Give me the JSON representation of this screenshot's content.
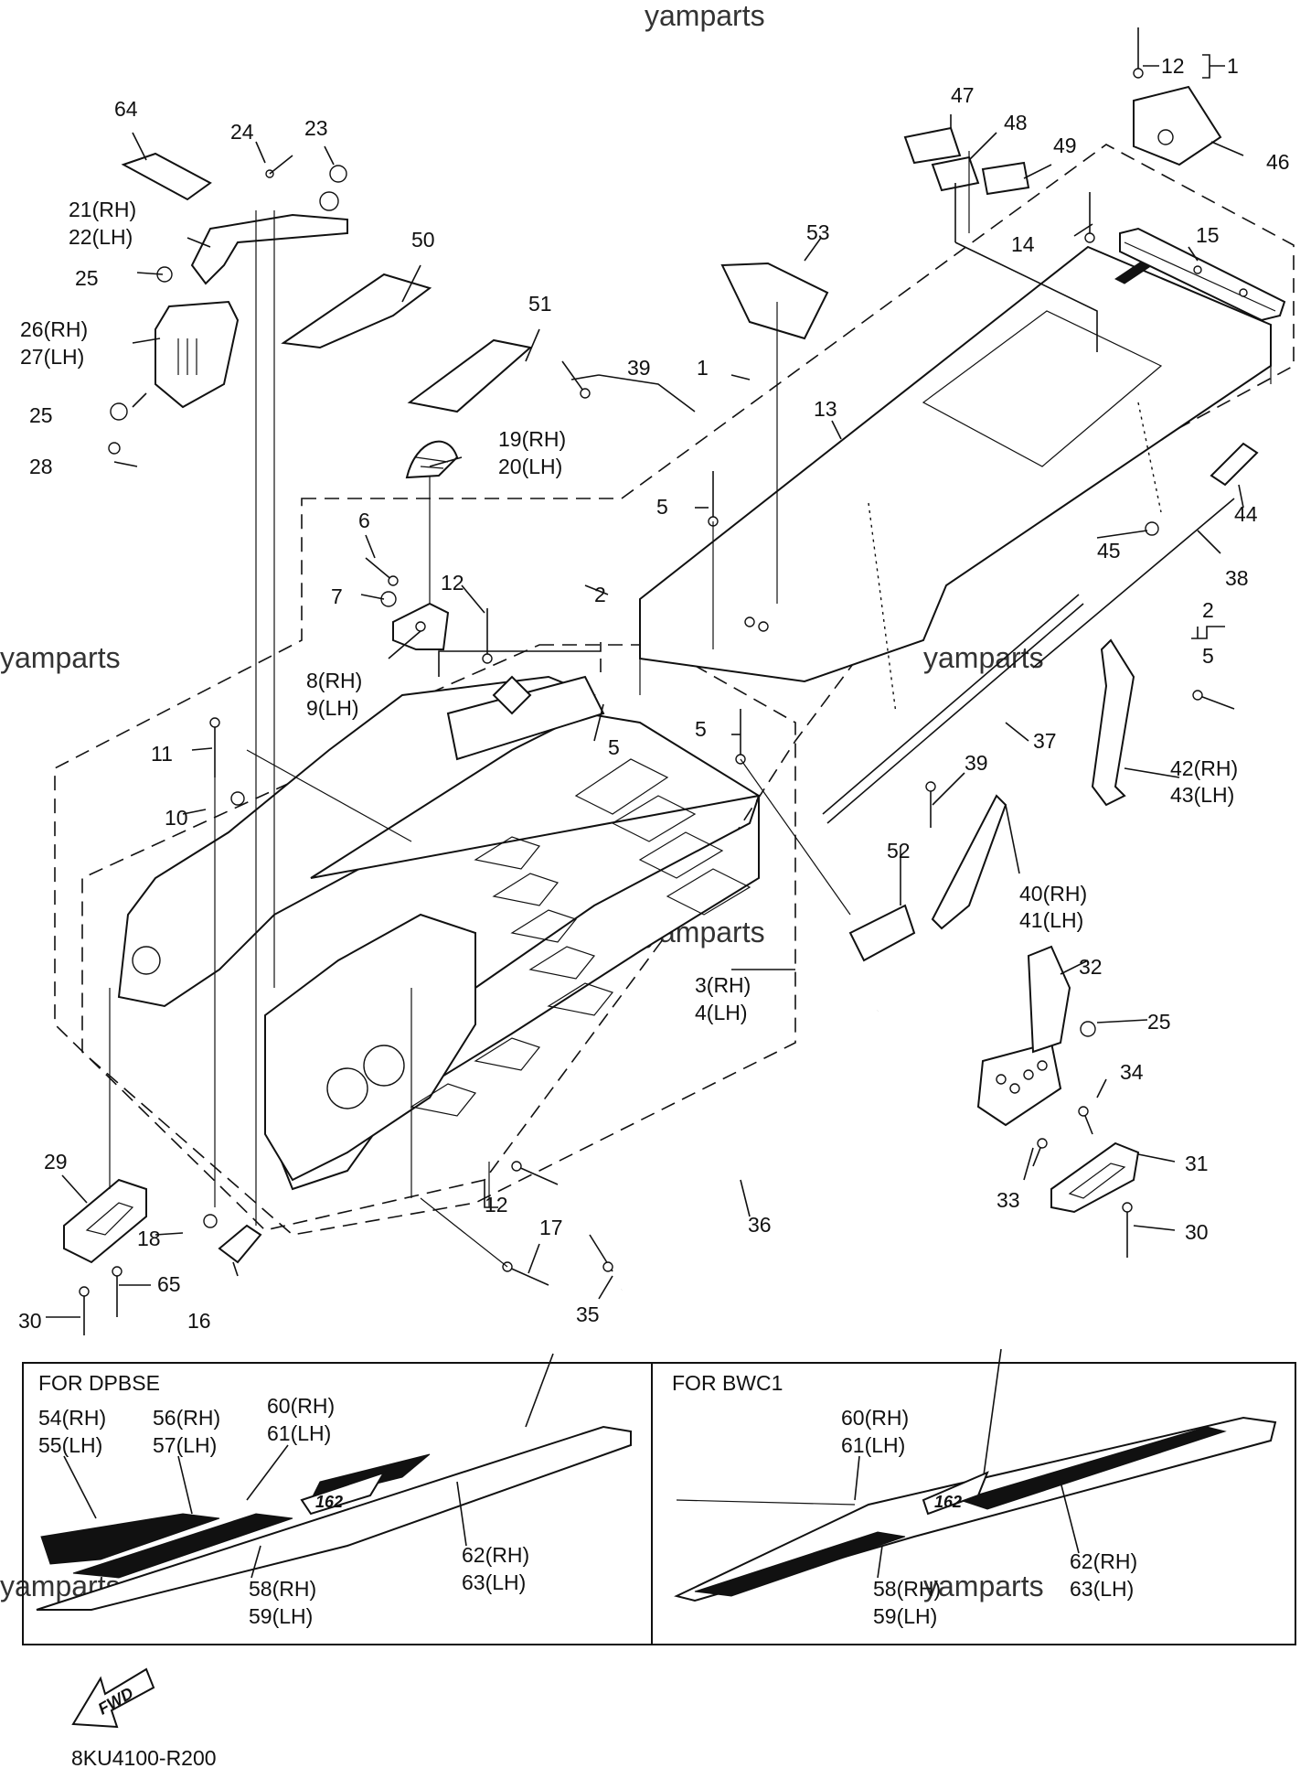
{
  "watermark": "yamparts",
  "diagram_code": "8KU4100-R200",
  "fwd_label": "FWD",
  "labels": {
    "l1a": "1",
    "l1b": "1",
    "l2a": "2",
    "l2b": "2",
    "l3": "3(RH)",
    "l4": "4(LH)",
    "l5a": "5",
    "l5b": "5",
    "l5c": "5",
    "l5d": "5",
    "l6": "6",
    "l7": "7",
    "l8": "8(RH)",
    "l9": "9(LH)",
    "l10": "10",
    "l11": "11",
    "l12a": "12",
    "l12b": "12",
    "l12c": "12",
    "l13": "13",
    "l14": "14",
    "l15": "15",
    "l16": "16",
    "l17": "17",
    "l18": "18",
    "l19": "19(RH)",
    "l20": "20(LH)",
    "l21": "21(RH)",
    "l22": "22(LH)",
    "l23": "23",
    "l24": "24",
    "l25a": "25",
    "l25b": "25",
    "l25c": "25",
    "l26": "26(RH)",
    "l27": "27(LH)",
    "l28": "28",
    "l29": "29",
    "l30a": "30",
    "l30b": "30",
    "l31": "31",
    "l32": "32",
    "l33": "33",
    "l34": "34",
    "l35": "35",
    "l36": "36",
    "l37": "37",
    "l38": "38",
    "l39a": "39",
    "l39b": "39",
    "l40": "40(RH)",
    "l41": "41(LH)",
    "l42": "42(RH)",
    "l43": "43(LH)",
    "l44": "44",
    "l45": "45",
    "l46": "46",
    "l47": "47",
    "l48": "48",
    "l49": "49",
    "l50": "50",
    "l51": "51",
    "l52": "52",
    "l53": "53",
    "l64": "64",
    "l65": "65"
  },
  "panels": [
    {
      "title": "FOR DPBSE",
      "labels": [
        "54(RH)",
        "55(LH)",
        "56(RH)",
        "57(LH)",
        "60(RH)",
        "61(LH)",
        "62(RH)",
        "63(LH)",
        "58(RH)",
        "59(LH)"
      ],
      "badge": "162"
    },
    {
      "title": "FOR BWC1",
      "labels": [
        "60(RH)",
        "61(LH)",
        "62(RH)",
        "63(LH)",
        "58(RH)",
        "59(LH)"
      ],
      "badge": "162"
    }
  ]
}
